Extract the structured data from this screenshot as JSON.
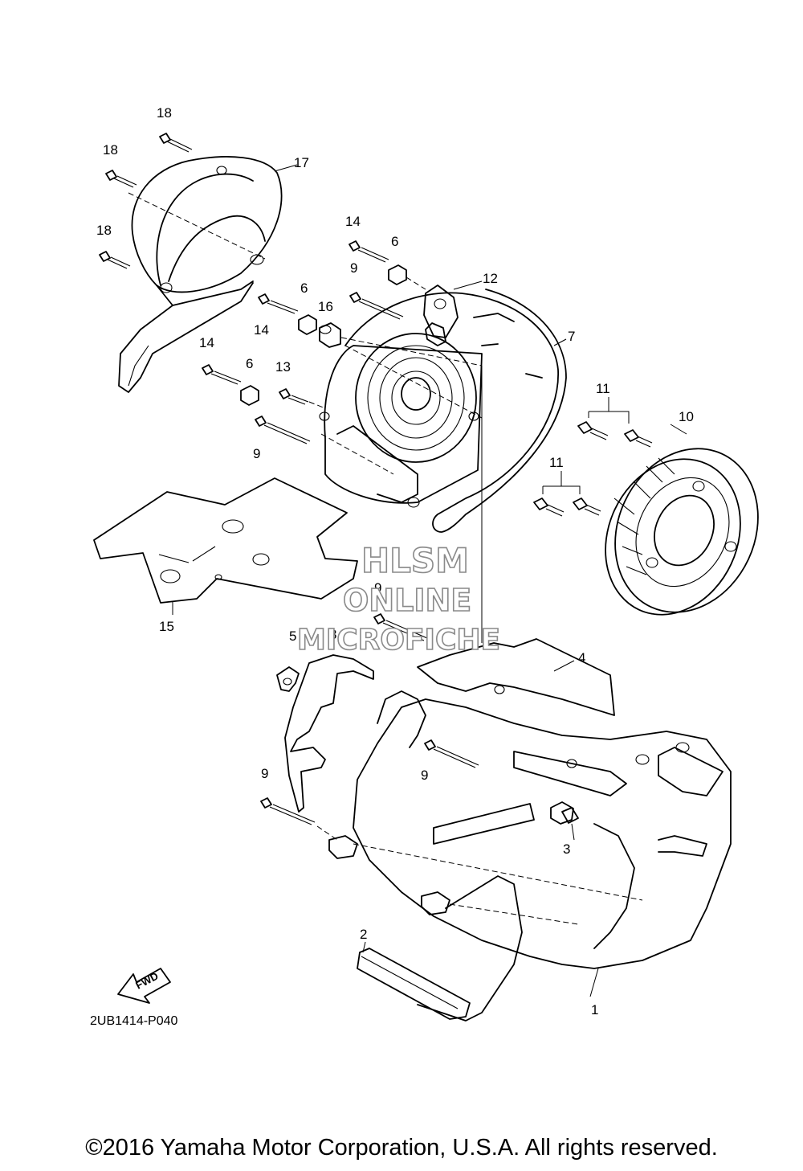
{
  "diagram": {
    "drawing_code": "2UB1414-P040",
    "fwd_label": "FWD",
    "copyright": "©2016 Yamaha Motor Corporation, U.S.A. All rights reserved.",
    "watermark": [
      "HLSM",
      "ONLINE",
      "MICROFICHE"
    ],
    "callouts": [
      {
        "id": "c18a",
        "label": "18"
      },
      {
        "id": "c18b",
        "label": "18"
      },
      {
        "id": "c18c",
        "label": "18"
      },
      {
        "id": "c17",
        "label": "17"
      },
      {
        "id": "c14a",
        "label": "14"
      },
      {
        "id": "c6a",
        "label": "6"
      },
      {
        "id": "c9a",
        "label": "9"
      },
      {
        "id": "c12",
        "label": "12"
      },
      {
        "id": "c6b",
        "label": "6"
      },
      {
        "id": "c16",
        "label": "16"
      },
      {
        "id": "c14b",
        "label": "14"
      },
      {
        "id": "c7",
        "label": "7"
      },
      {
        "id": "c14c",
        "label": "14"
      },
      {
        "id": "c6c",
        "label": "6"
      },
      {
        "id": "c13",
        "label": "13"
      },
      {
        "id": "c9b",
        "label": "9"
      },
      {
        "id": "c11a",
        "label": "11"
      },
      {
        "id": "c10",
        "label": "10"
      },
      {
        "id": "c11b",
        "label": "11"
      },
      {
        "id": "c15",
        "label": "15"
      },
      {
        "id": "c9c",
        "label": "9"
      },
      {
        "id": "c5",
        "label": "5"
      },
      {
        "id": "c8",
        "label": "8"
      },
      {
        "id": "c4",
        "label": "4"
      },
      {
        "id": "c9d",
        "label": "9"
      },
      {
        "id": "c9e",
        "label": "9"
      },
      {
        "id": "c3",
        "label": "3"
      },
      {
        "id": "c2",
        "label": "2"
      },
      {
        "id": "c1",
        "label": "1"
      }
    ]
  }
}
